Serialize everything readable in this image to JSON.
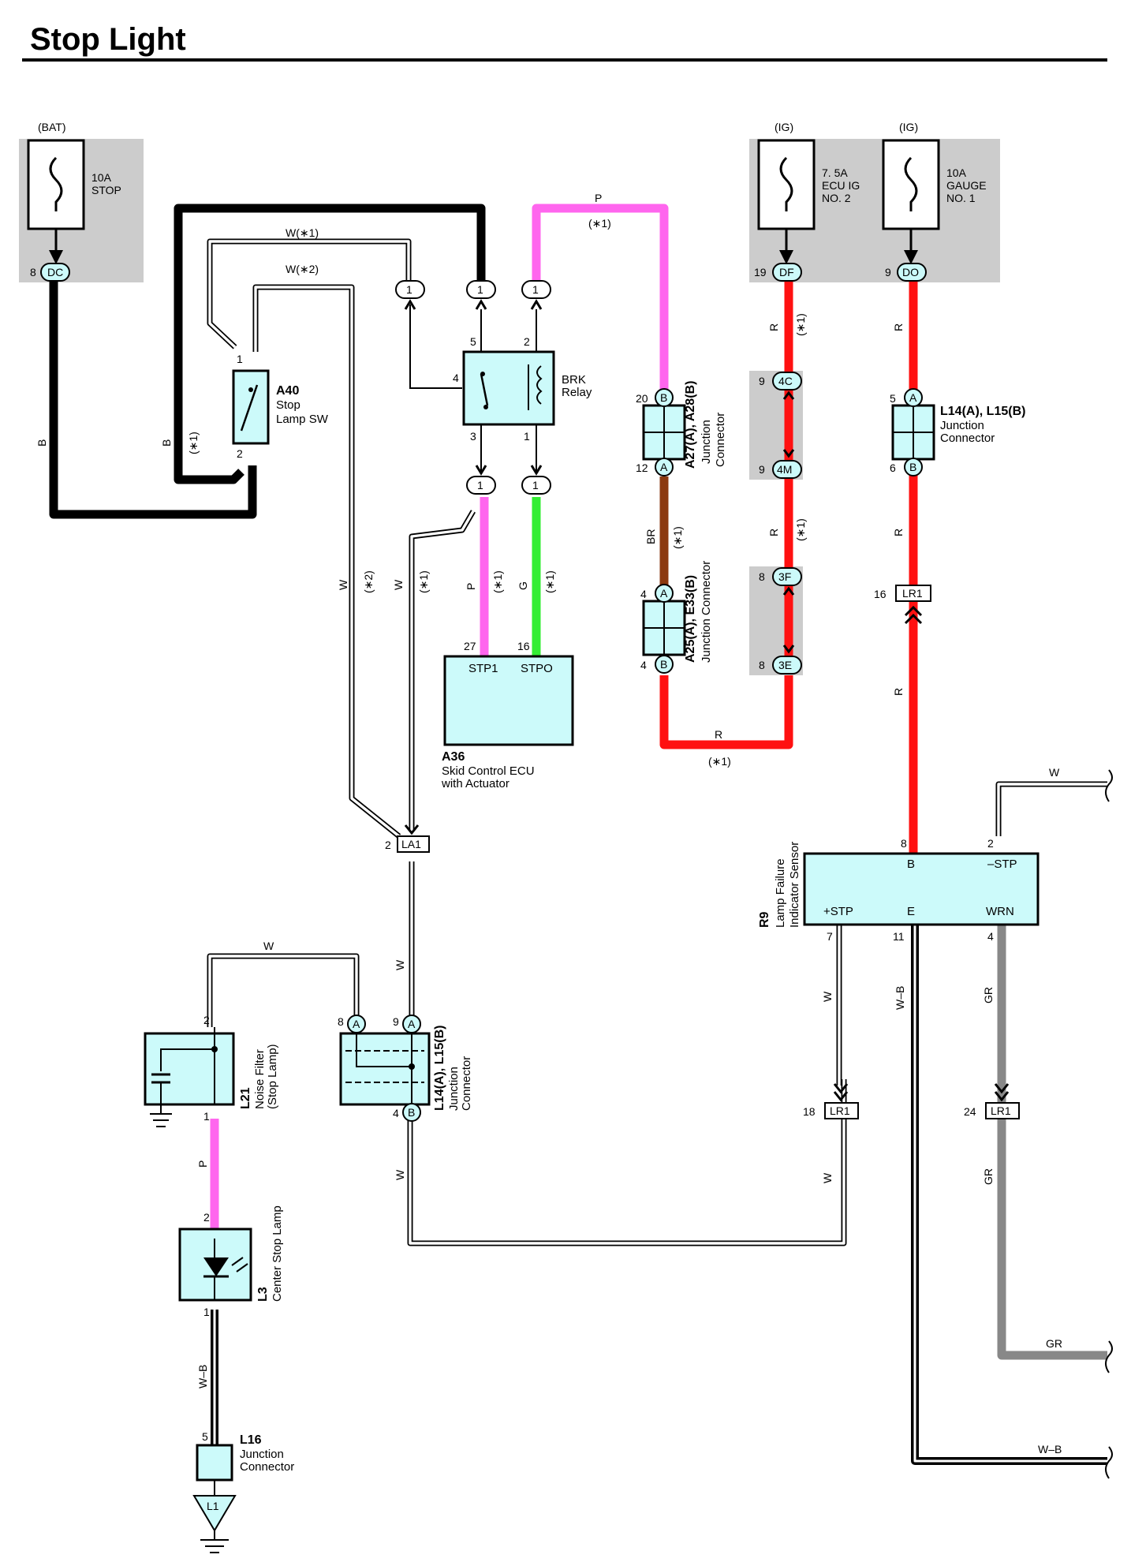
{
  "title": "Stop Light",
  "colors": {
    "B": "#000000",
    "W": "#ffffff",
    "P": "#ff66ee",
    "G": "#33ee33",
    "R": "#ff1111",
    "BR": "#8b3a10",
    "GR": "#888888",
    "component": "#ccfafa",
    "shade": "#cccccc"
  },
  "fuses": {
    "stop": {
      "source": "(BAT)",
      "l1": "10A",
      "l2": "STOP",
      "connector": "DC",
      "pin": "8"
    },
    "ecu_ig": {
      "source": "(IG)",
      "l1": "7. 5A",
      "l2": "ECU IG",
      "l3": "NO. 2",
      "connector": "DF",
      "pin": "19"
    },
    "gauge": {
      "source": "(IG)",
      "l1": "10A",
      "l2": "GAUGE",
      "l3": "NO. 1",
      "connector": "DO",
      "pin": "9"
    }
  },
  "components": {
    "a40": {
      "code": "A40",
      "l1": "Stop",
      "l2": "Lamp SW",
      "pin1": "1",
      "pin2": "2"
    },
    "brk": {
      "l1": "BRK",
      "l2": "Relay",
      "p5": "5",
      "p2": "2",
      "p4": "4",
      "p3": "3",
      "p1": "1"
    },
    "a36": {
      "code": "A36",
      "l1": "Skid Control ECU",
      "l2": "with Actuator",
      "stp1": "STP1",
      "stpo": "STPO",
      "p27": "27",
      "p16": "16"
    },
    "a27": {
      "code": "A27(A), A28(B)",
      "l1": "Junction",
      "l2": "Connector",
      "p20": "20",
      "p12": "12"
    },
    "a25": {
      "code": "A25(A), E33(B)",
      "l1": "Junction Connector",
      "p4a": "4",
      "p4b": "4"
    },
    "l14top": {
      "code": "L14(A), L15(B)",
      "l1": "Junction",
      "l2": "Connector",
      "p5": "5",
      "p6": "6"
    },
    "r9": {
      "code": "R9",
      "l1": "Lamp Failure",
      "l2": "Indicator Sensor",
      "B": "B",
      "STPm": "–STP",
      "STPp": "+STP",
      "E": "E",
      "WRN": "WRN",
      "p8": "8",
      "p2": "2",
      "p7": "7",
      "p11": "11",
      "p4": "4"
    },
    "l21": {
      "code": "L21",
      "l1": "Noise Filter",
      "l2": "(Stop Lamp)",
      "p2": "2",
      "p1": "1"
    },
    "l14bot": {
      "code": "L14(A), L15(B)",
      "l1": "Junction",
      "l2": "Connector",
      "p8": "8",
      "p9": "9",
      "p4": "4"
    },
    "l3": {
      "code": "L3",
      "l1": "Center Stop Lamp",
      "p2": "2",
      "p1": "1"
    },
    "l16": {
      "code": "L16",
      "l1": "Junction",
      "l2": "Connector",
      "p5": "5"
    },
    "ground": {
      "label": "L1"
    }
  },
  "connectors": {
    "c4c": {
      "label": "4C",
      "pin": "9"
    },
    "c4m": {
      "label": "4M",
      "pin": "9"
    },
    "c3f": {
      "label": "3F",
      "pin": "8"
    },
    "c3e": {
      "label": "3E",
      "pin": "8"
    },
    "lr1_16": {
      "label": "LR1",
      "pin": "16"
    },
    "la1": {
      "label": "LA1",
      "pin": "2"
    },
    "lr1_18": {
      "label": "LR1",
      "pin": "18"
    },
    "lr1_24": {
      "label": "LR1",
      "pin": "24"
    },
    "one": "1",
    "A": "A",
    "B": "B"
  },
  "wires": {
    "B": "B",
    "W": "W",
    "P": "P",
    "G": "G",
    "R": "R",
    "BR": "BR",
    "GR": "GR",
    "WB": "W–B",
    "W1": "W(∗1)",
    "W2": "W(∗2)",
    "n1": "(∗1)",
    "n2": "(∗2)"
  }
}
